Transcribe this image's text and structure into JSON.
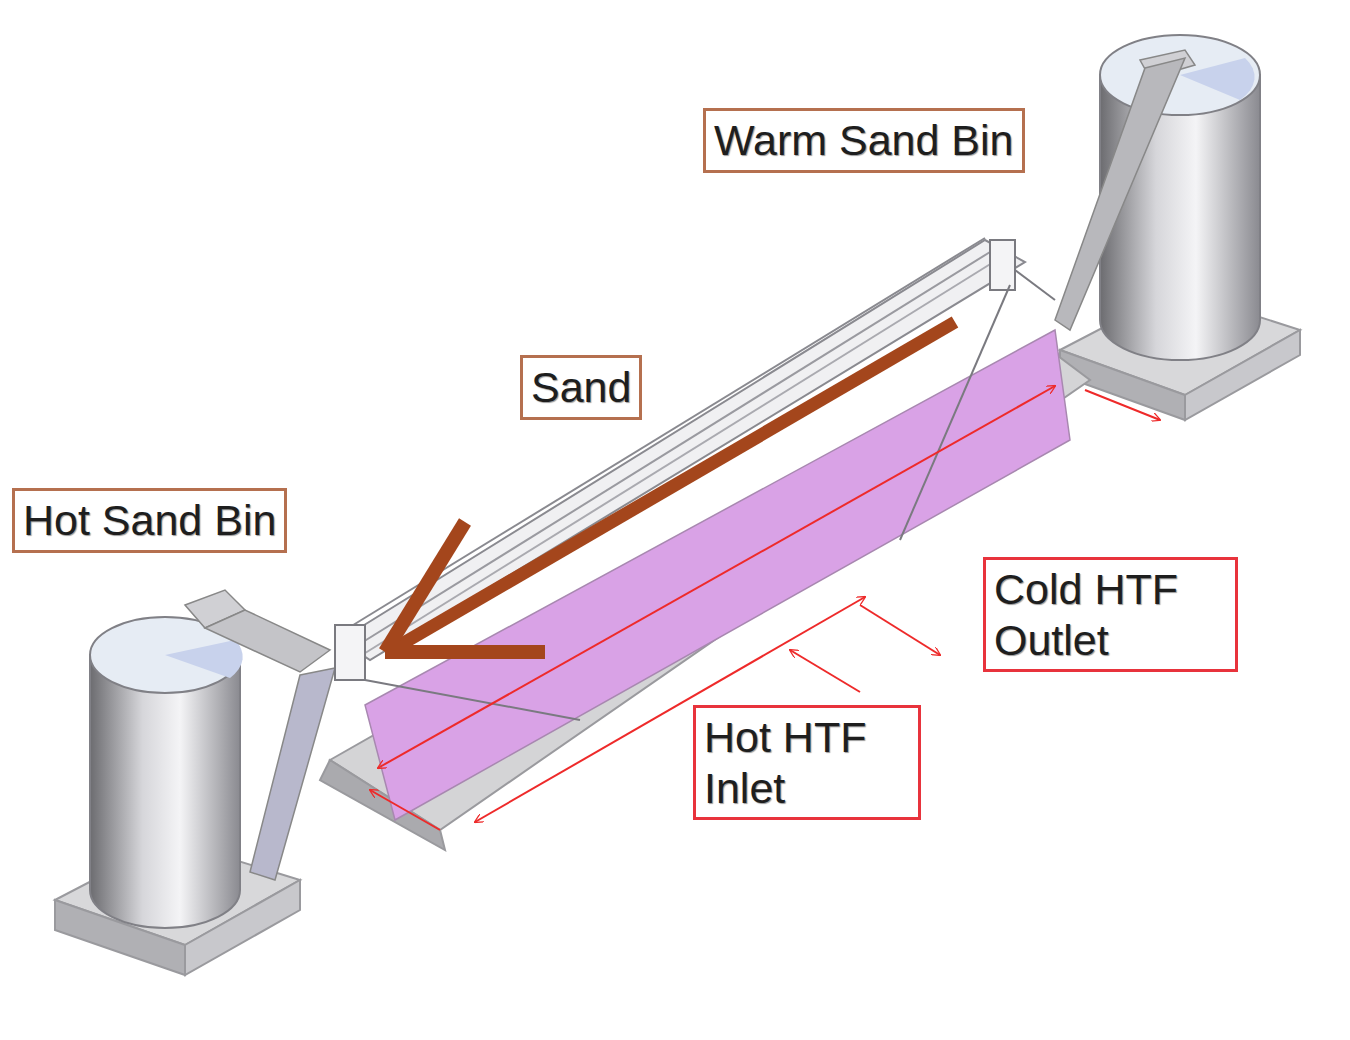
{
  "diagram": {
    "nodes": [
      {
        "text": [
          "Warm Sand Bin"
        ]
      },
      {
        "text": [
          "Sand"
        ]
      },
      {
        "text": [
          "Hot Sand Bin"
        ]
      },
      {
        "text": [
          "Cold HTF Outlet"
        ]
      },
      {
        "text": [
          "Hot HTF Inlet"
        ]
      }
    ]
  }
}
